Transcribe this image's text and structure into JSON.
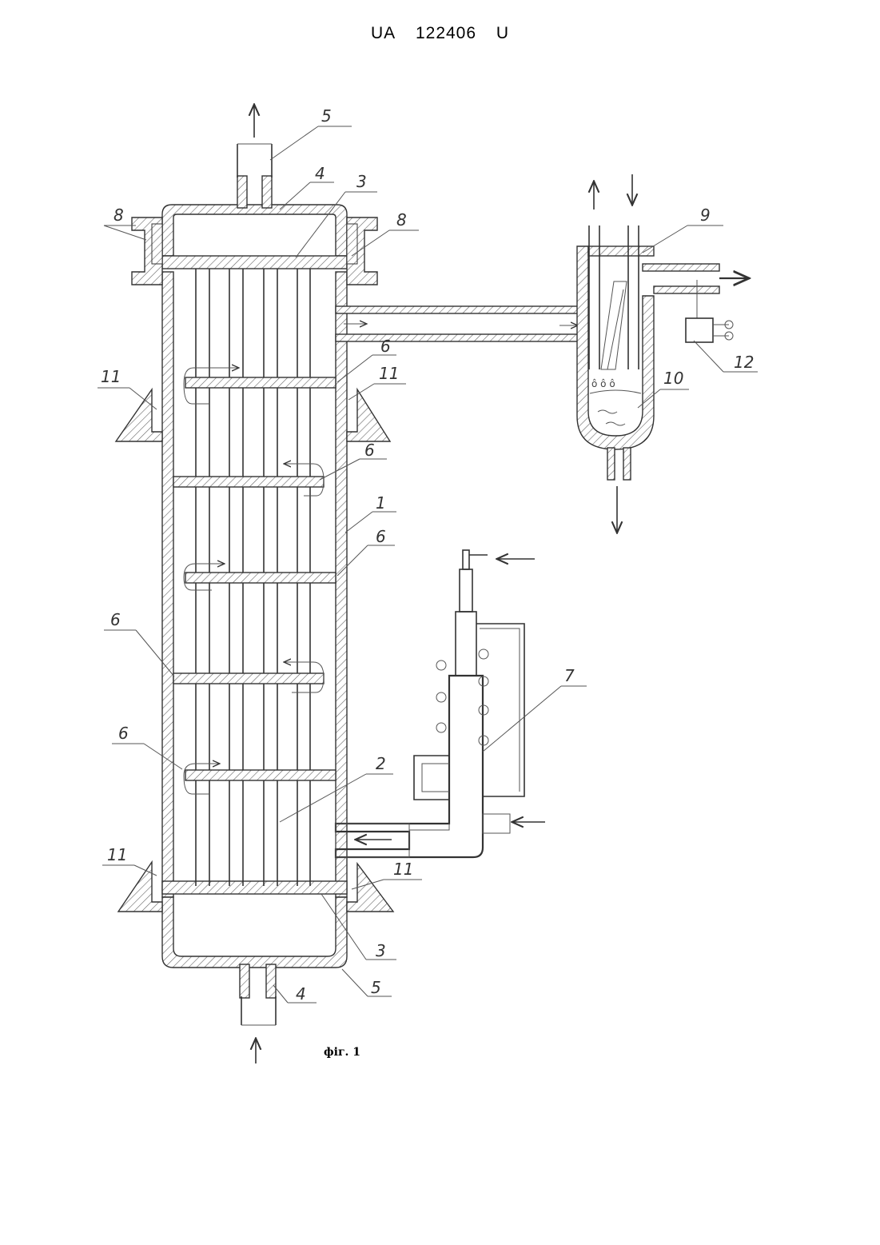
{
  "header": {
    "country": "UA",
    "number": "122406",
    "kind": "U"
  },
  "figure": {
    "caption": "фіг. 1",
    "callouts": [
      "1",
      "2",
      "3",
      "3",
      "4",
      "4",
      "5",
      "5",
      "6",
      "6",
      "6",
      "6",
      "6",
      "7",
      "8",
      "8",
      "9",
      "10",
      "11",
      "11",
      "11",
      "11",
      "12"
    ]
  }
}
